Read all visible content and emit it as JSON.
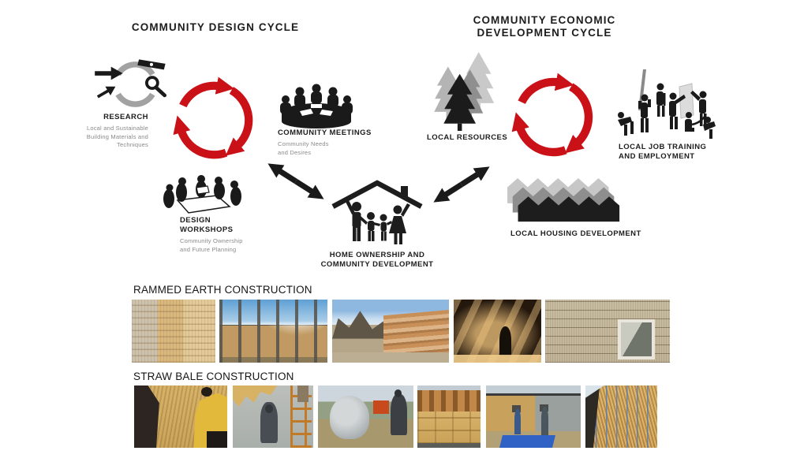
{
  "design_cycle": {
    "title": "COMMUNITY DESIGN CYCLE",
    "research": {
      "label": "RESEARCH",
      "sub_lines": [
        "Local and Sustainable",
        "Building Materials and",
        "Techniques"
      ]
    },
    "community_meetings": {
      "label": "COMMUNITY MEETINGS",
      "sub_lines": [
        "Community Needs",
        "and Desires"
      ]
    },
    "design_workshops": {
      "label_lines": [
        "DESIGN",
        "WORKSHOPS"
      ],
      "sub_lines": [
        "Community Ownership",
        "and Future Planning"
      ]
    }
  },
  "economic_cycle": {
    "title_lines": [
      "COMMUNITY ECONOMIC",
      "DEVELOPMENT CYCLE"
    ],
    "local_resources": {
      "label": "LOCAL RESOURCES"
    },
    "job_training": {
      "label_lines": [
        "LOCAL JOB TRAINING",
        "AND EMPLOYMENT"
      ]
    },
    "housing": {
      "label": "LOCAL HOUSING DEVELOPMENT"
    }
  },
  "hub": {
    "label_lines": [
      "HOME OWNERSHIP AND",
      "COMMUNITY DEVELOPMENT"
    ]
  },
  "sections": [
    {
      "title": "RAMMED EARTH CONSTRUCTION",
      "photos": [
        "layered-rammed-earth-texture",
        "formwork-and-sky-construction",
        "rammed-earth-wall-with-mountains",
        "interior-lit-earth-wall-with-person",
        "earth-wall-with-window"
      ]
    },
    {
      "title": "STRAW BALE CONSTRUCTION",
      "photos": [
        "workers-at-straw-bale-wall",
        "plastering-wall-with-scaffold",
        "cement-mixer-on-site",
        "straw-bales-under-roof-framing",
        "crew-plastering-exterior-wall",
        "straw-wall-with-mesh-detail"
      ]
    }
  ],
  "colors": {
    "cycle_red": "#cb1118",
    "icon_black": "#1a1a1a",
    "label_dark": "#1d1d1d",
    "sub_gray": "#8a8a8a",
    "tree_light": "#c9c9c9",
    "tree_mid": "#8f8f8f",
    "house_light": "#c7c7c7",
    "house_mid": "#8e8e8e",
    "house_dark": "#1d1d1d"
  }
}
